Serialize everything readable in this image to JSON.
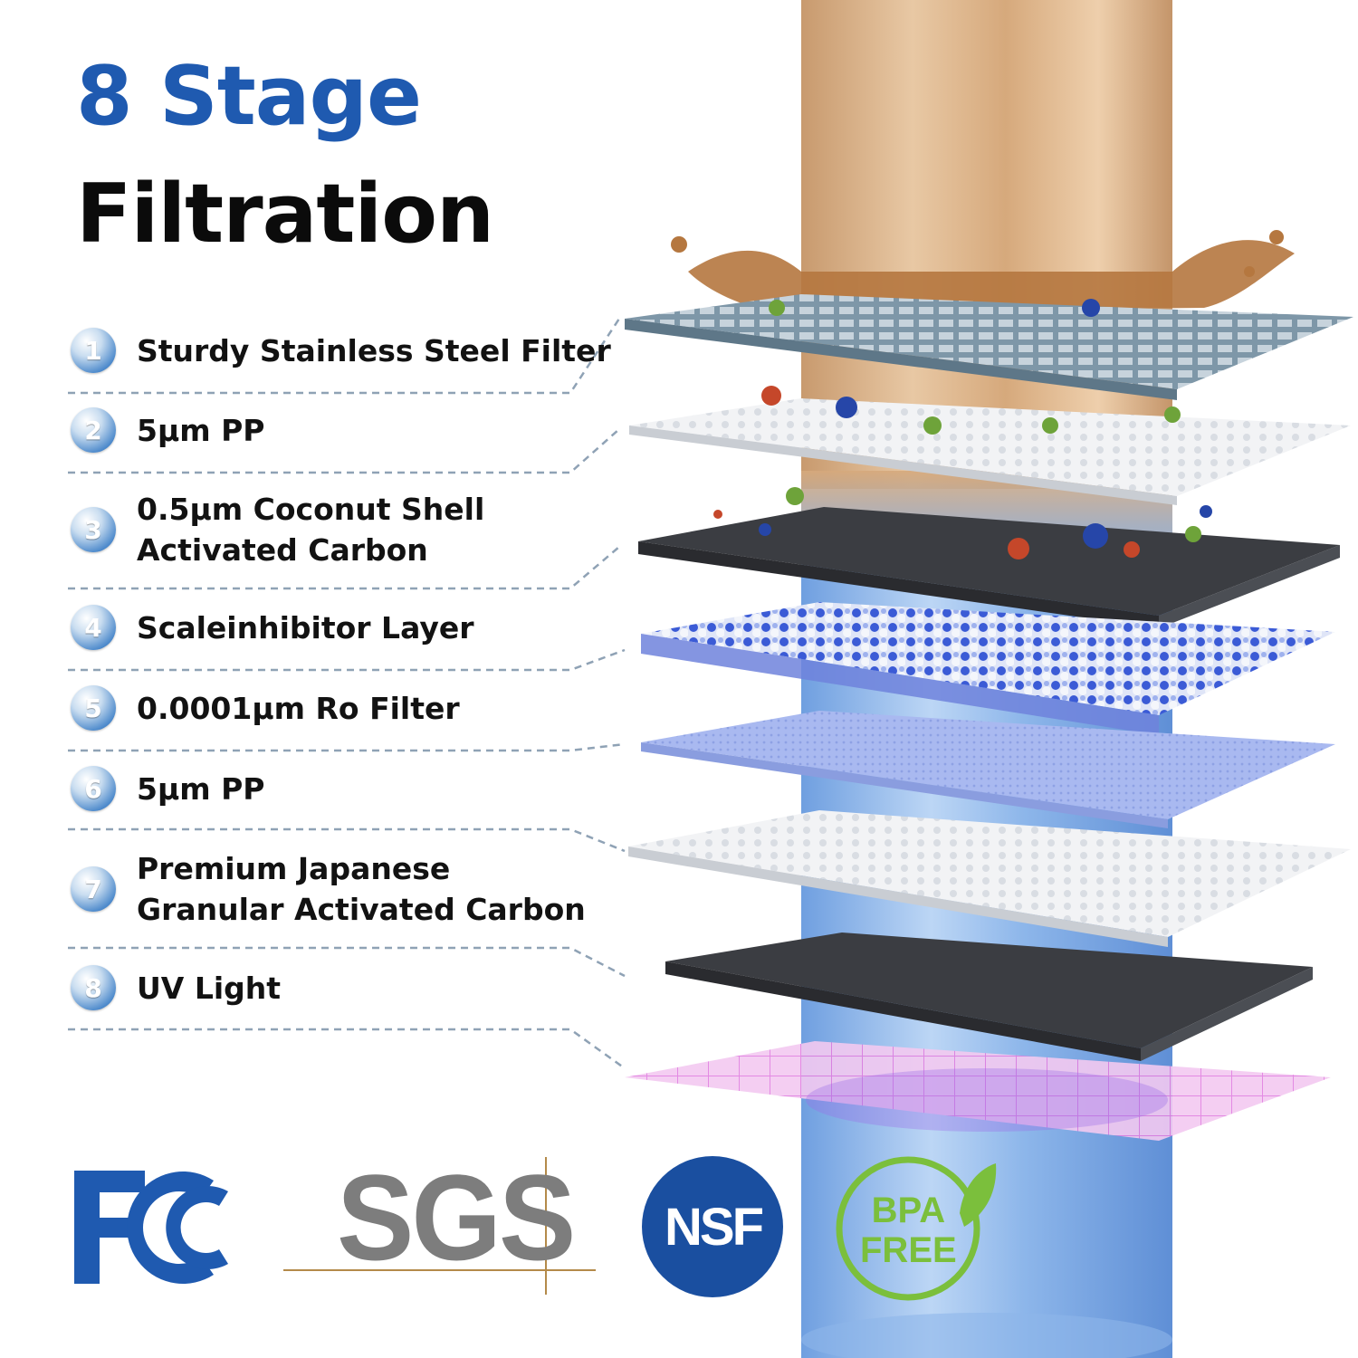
{
  "title": {
    "line1": "8 Stage",
    "line2": "Filtration"
  },
  "stages": [
    {
      "number": "1",
      "label": "Sturdy Stainless Steel Filter",
      "label2": ""
    },
    {
      "number": "2",
      "label": "5µm PP",
      "label2": ""
    },
    {
      "number": "3",
      "label": "0.5µm Coconut Shell",
      "label2": "Activated Carbon"
    },
    {
      "number": "4",
      "label": "Scaleinhibitor Layer",
      "label2": ""
    },
    {
      "number": "5",
      "label": "0.0001µm Ro Filter",
      "label2": ""
    },
    {
      "number": "6",
      "label": "5µm PP",
      "label2": ""
    },
    {
      "number": "7",
      "label": "Premium Japanese",
      "label2": "Granular Activated Carbon"
    },
    {
      "number": "8",
      "label": "UV Light",
      "label2": ""
    }
  ],
  "logos": {
    "fcc": "FCC",
    "sgs": "SGS",
    "nsf": "NSF",
    "bpa_line1": "BPA",
    "bpa_line2": "FREE"
  },
  "colors": {
    "accent_blue": "#1f5ab0",
    "badge_blue": "#4f8bcc",
    "dashed_line": "#8fa2b5",
    "bpa_green": "#7bbf3c",
    "sgs_gray": "#7d7d7d"
  }
}
